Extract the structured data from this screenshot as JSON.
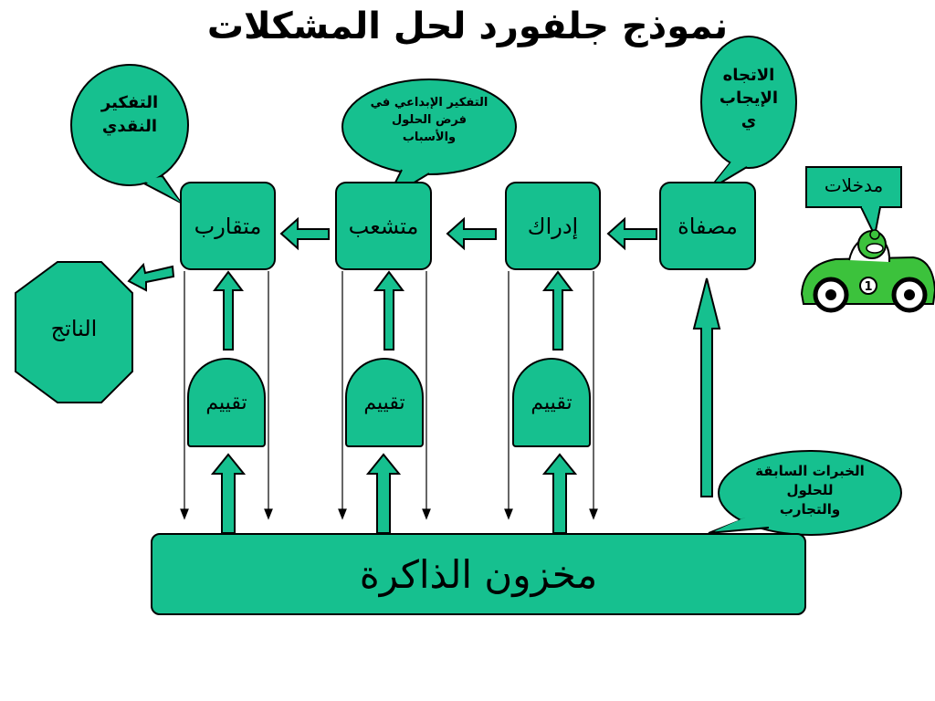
{
  "title": "نموذج جلفورد لحل المشكلات",
  "stages": {
    "filter": "مصفاة",
    "cognition": "إدراك",
    "divergent": "متشعب",
    "convergent": "متقارب"
  },
  "evaluation": [
    "تقييم",
    "تقييم",
    "تقييم"
  ],
  "output": "الناتج",
  "memory": "مخزون الذاكرة",
  "inputs": "مدخلات",
  "bubbles": {
    "critical": [
      "التفكير",
      "النقدي"
    ],
    "creative": [
      "التفكير الإبداعي في",
      "فرض الحلول",
      "والأسباب"
    ],
    "positive": [
      "الاتجاه",
      "الإيجاب",
      "ي"
    ],
    "experience": [
      "الخبرات السابقة",
      "للحلول",
      "والتجارب"
    ]
  },
  "car": {
    "number": "1"
  },
  "colors": {
    "fill": "#16c08f",
    "stroke": "#000000",
    "car_green": "#3cc23c"
  }
}
